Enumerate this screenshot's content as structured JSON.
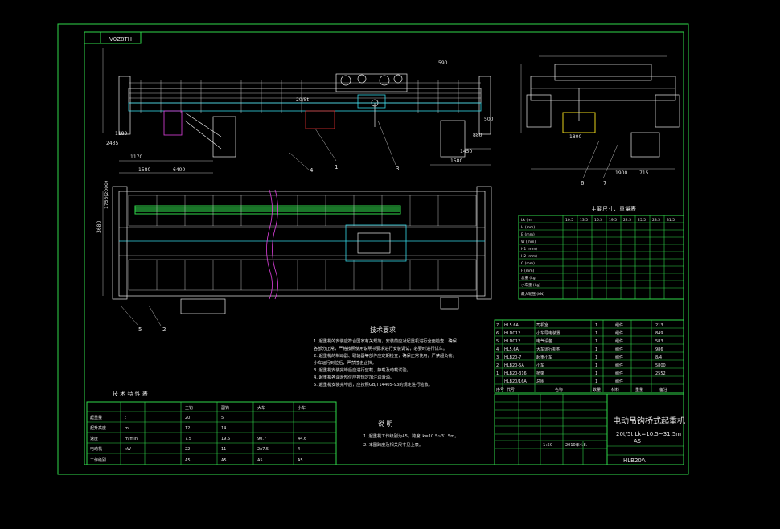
{
  "drawing": {
    "title": "电动吊钩桥式起重机",
    "subtitle": "20t/5t Lk=10.5~31.5m",
    "class": "A5",
    "drawing_number": "HLB20A",
    "code_box": "V0Z8TH",
    "scale": "1:50",
    "date": "2010年4.8.",
    "revision_box": "HLB20A"
  },
  "dimensions": {
    "left_side": [
      "1170",
      "1180",
      "2435",
      "1580",
      "6400"
    ],
    "top_middle": [
      "20/5t",
      "590"
    ],
    "right_middle": [
      "1450",
      "1580",
      "880",
      "500"
    ],
    "side_view": [
      "1800",
      "1900",
      "715"
    ],
    "plan_left": [
      "1756(2000)",
      "3680"
    ]
  },
  "callouts": [
    "1",
    "2",
    "3",
    "4",
    "5",
    "6",
    "7"
  ],
  "main_table": {
    "title": "主要尺寸、重量表",
    "col_values": [
      "10.5",
      "13.5",
      "16.5",
      "19.5",
      "22.5",
      "25.5",
      "28.5",
      "31.5"
    ],
    "row_labels": [
      "Lk (m)",
      "H (mm)",
      "B (mm)",
      "W (mm)",
      "H1 (mm)",
      "H2 (mm)",
      "C (mm)",
      "F (mm)",
      "总重 (kg)",
      "小车重 (kg)",
      "最大轮压 (kN)"
    ]
  },
  "parts_table": {
    "rows": [
      {
        "no": "7",
        "code": "HL5.6A",
        "name": "司机室",
        "qty": "1",
        "material": "组件",
        "weight": "213"
      },
      {
        "no": "6",
        "code": "HLDC12",
        "name": "小车导电装置",
        "qty": "1",
        "material": "组件",
        "weight": "849"
      },
      {
        "no": "5",
        "code": "HLDC12",
        "name": "电气设备",
        "qty": "1",
        "material": "组件",
        "weight": "583"
      },
      {
        "no": "4",
        "code": "HL5.6A",
        "name": "大车运行机构",
        "qty": "1",
        "material": "组件",
        "weight": "986"
      },
      {
        "no": "3",
        "code": "HLB20-7",
        "name": "起重小车",
        "qty": "1",
        "material": "组件",
        "weight": "8/4"
      },
      {
        "no": "2",
        "code": "HLB20-5A",
        "name": "小车",
        "qty": "1",
        "material": "组件",
        "weight": "5800"
      },
      {
        "no": "1",
        "code": "HLB20-316",
        "name": "桥架",
        "qty": "1",
        "material": "组件",
        "weight": "2552"
      },
      {
        "no": "",
        "code": "HLB20/16A",
        "name": "总图",
        "qty": "1",
        "material": "组件",
        "weight": ""
      }
    ],
    "header": [
      "序号",
      "代号",
      "名称",
      "数量",
      "材料",
      "重量",
      "备注"
    ]
  },
  "tech_requirements": {
    "title": "技术要求",
    "lines": [
      "1. 起重机的安装应符合国家有关规范，安装前应对起重机进行全面检查，确保",
      "   各部分正常，严格按照使用说明书要求进行安装调试，必要时进行试车。",
      "2. 起重机的制动器、联轴器等部件应定期检查，确保正常使用，严禁超负荷。",
      "   小车运行到位后，严禁撞击止挡。",
      "3. 起重机安装完毕后应进行空载、静载及动载试验。",
      "4. 起重机各润滑部位应按规定加注润滑油。",
      "5. 起重机安装完毕后，应按照GB/T14405-93的规定进行验收。"
    ]
  },
  "notes": {
    "title": "说  明",
    "lines": [
      "1. 起重机工作级别为A5，跨度Lk=10.5~31.5m。",
      "2. 本图跨度及相关尺寸见上表。"
    ]
  },
  "performance": {
    "title": "技 术 特 性 表",
    "header": [
      "",
      "",
      "主钩",
      "副钩",
      "大车",
      "小车"
    ],
    "rows": [
      [
        "起重量",
        "t",
        "20",
        "5",
        "",
        ""
      ],
      [
        "起升高度",
        "m",
        "12",
        "14",
        "",
        ""
      ],
      [
        "速度",
        "m/min",
        "7.5",
        "19.5",
        "90.7",
        "44.6"
      ],
      [
        "电动机",
        "kW",
        "22",
        "11",
        "2x7.5",
        "4"
      ],
      [
        "工作级别",
        "",
        "A5",
        "A5",
        "A5",
        "A5"
      ]
    ]
  }
}
